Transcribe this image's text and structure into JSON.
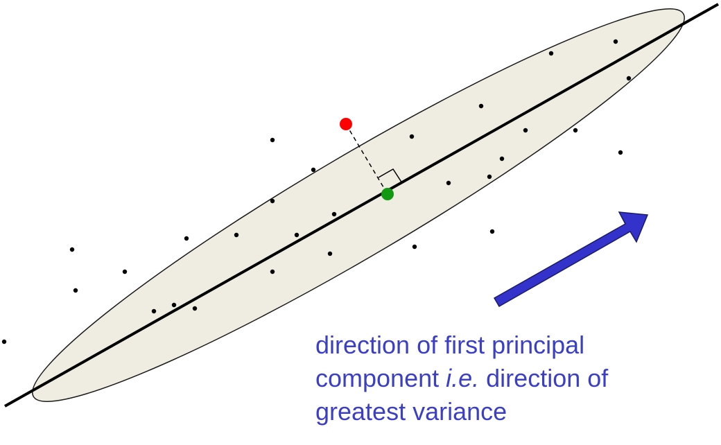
{
  "colors": {
    "ellipse_fill": "#efece2",
    "ellipse_stroke": "#1a1a1a",
    "axis_line": "#000000",
    "data_point": "#000000",
    "highlight_point": "#ff0000",
    "projected_point": "#119911",
    "arrow_fill": "#3333cc",
    "arrow_stroke": "#1a1a66",
    "caption_text": "#3b3fc8"
  },
  "caption": {
    "line1": "direction of first principal",
    "line2_before": "component ",
    "line2_italic": "i.e.",
    "line2_after": " direction of",
    "line3": "greatest variance"
  }
}
